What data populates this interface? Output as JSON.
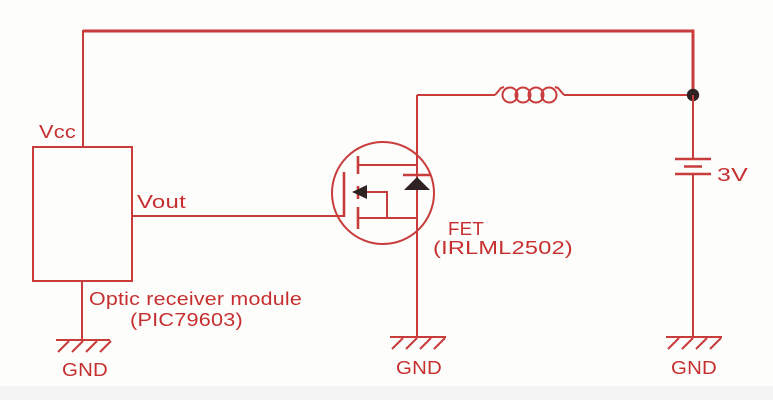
{
  "diagram": {
    "type": "circuit-schematic",
    "labels": {
      "vcc": "Vcc",
      "vout": "Vout",
      "module_line1": "Optic receiver module",
      "module_line2": "(PIC79603)",
      "fet_line1": "FET",
      "fet_line2": "(IRLML2502)",
      "battery_voltage": "3V",
      "gnd_left": "GND",
      "gnd_mid": "GND",
      "gnd_right": "GND"
    },
    "components": [
      {
        "name": "optic-receiver-module",
        "part": "PIC79603",
        "pins": [
          "Vcc",
          "Vout",
          "GND"
        ]
      },
      {
        "name": "fet",
        "part": "IRLML2502",
        "symbol": "n-channel-mosfet-with-body-diode"
      },
      {
        "name": "inductor",
        "symbol": "4-loop-coil"
      },
      {
        "name": "battery",
        "value": "3V"
      },
      {
        "name": "ground",
        "count": 3,
        "label": "GND"
      }
    ],
    "colors": {
      "wire": "#c83c3c",
      "text": "#c62f2f",
      "junction_dot": "#2e2222",
      "background": "#fdfdfc"
    }
  }
}
